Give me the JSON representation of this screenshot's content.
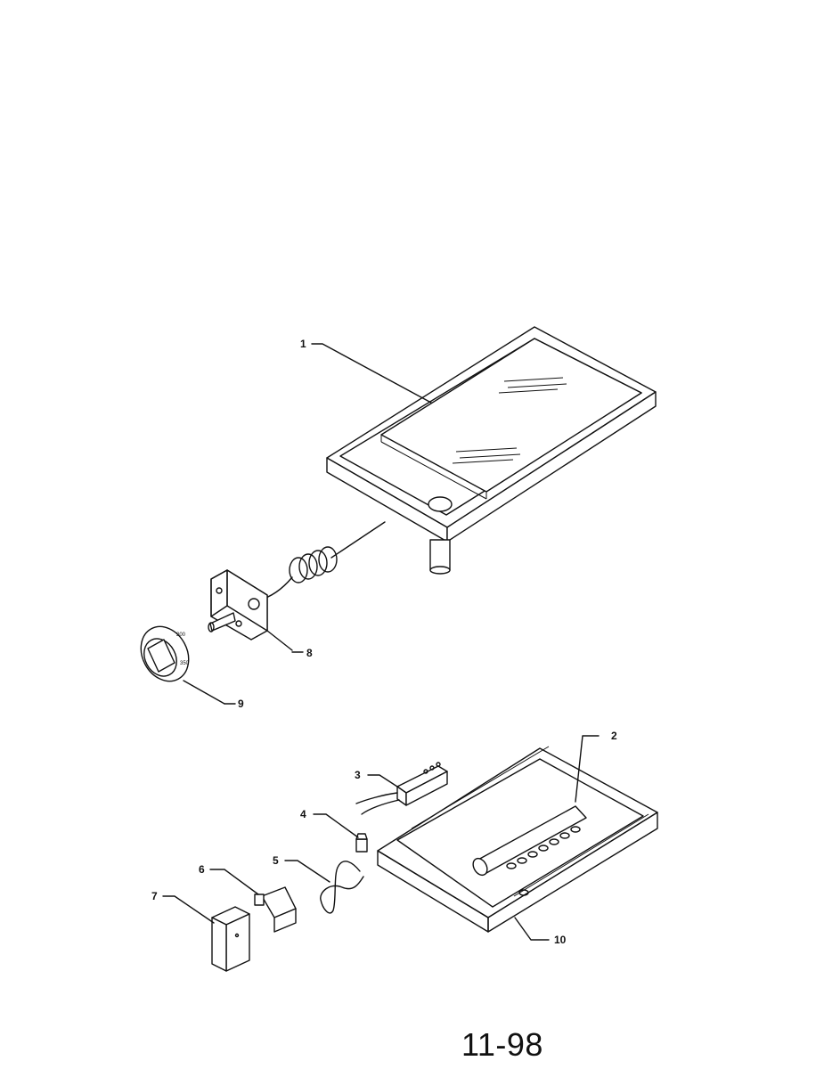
{
  "callouts": {
    "c1": "1",
    "c2": "2",
    "c3": "3",
    "c4": "4",
    "c5": "5",
    "c6": "6",
    "c7": "7",
    "c8": "8",
    "c9": "9",
    "c10": "10"
  },
  "page_number": "11-98"
}
